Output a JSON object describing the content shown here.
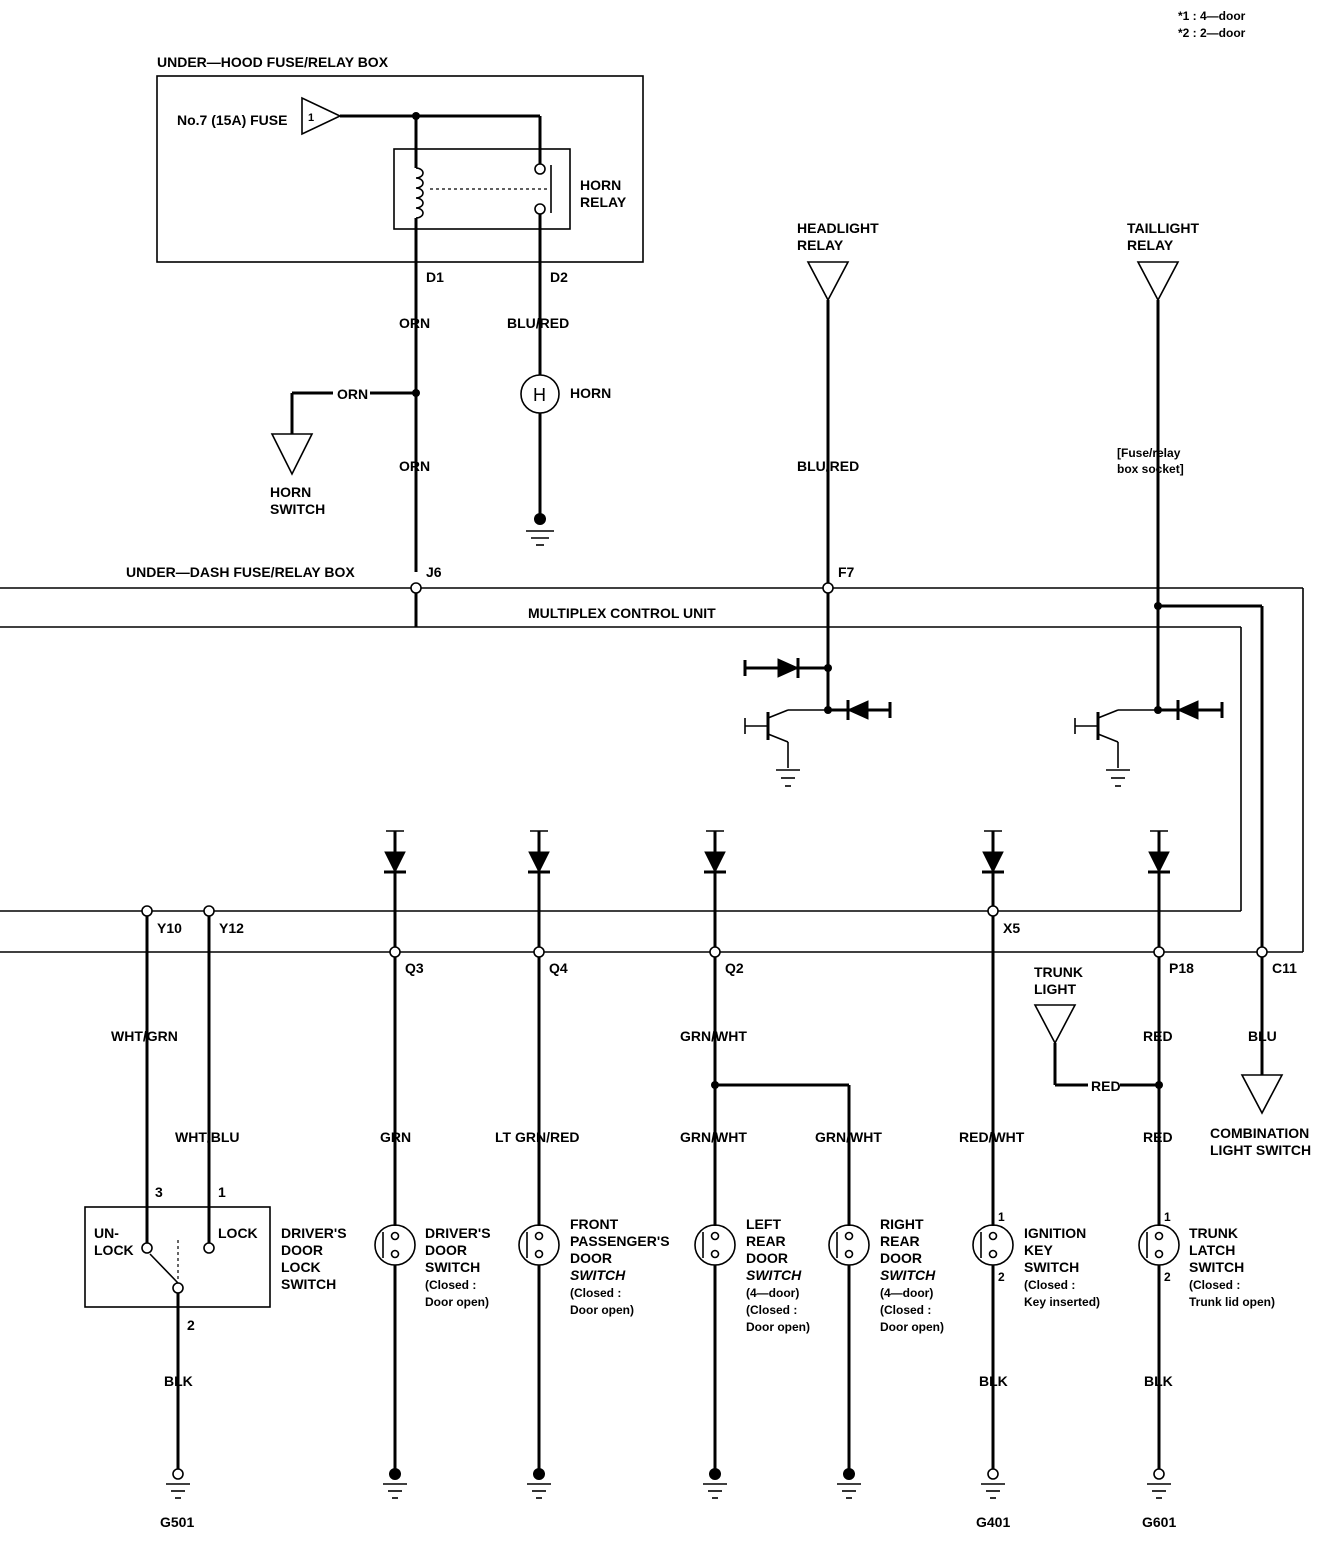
{
  "notes": {
    "n1": "*1 : 4—door",
    "n2": "*2 : 2—door"
  },
  "underhood": {
    "title": "UNDER—HOOD FUSE/RELAY BOX",
    "fuse": "No.7 (15A) FUSE",
    "fuse_pin": "1",
    "relay_line1": "HORN",
    "relay_line2": "RELAY",
    "pin_d1": "D1",
    "pin_d2": "D2"
  },
  "horn": {
    "wire_d1": "ORN",
    "wire_branch": "ORN",
    "wire_j6": "ORN",
    "wire_d2": "BLU/RED",
    "symbol": "H",
    "label": "HORN",
    "switch_line1": "HORN",
    "switch_line2": "SWITCH"
  },
  "headlight": {
    "line1": "HEADLIGHT",
    "line2": "RELAY",
    "wire": "BLU/RED",
    "pin": "F7"
  },
  "taillight": {
    "line1": "TAILLIGHT",
    "line2": "RELAY",
    "socket1": "[Fuse/relay",
    "socket2": "box socket]"
  },
  "underdash": {
    "title": "UNDER—DASH FUSE/RELAY BOX",
    "pin_j6": "J6",
    "multiplex": "MULTIPLEX CONTROL UNIT"
  },
  "pins": {
    "y10": "Y10",
    "y12": "Y12",
    "q3": "Q3",
    "q4": "Q4",
    "q2": "Q2",
    "x5": "X5",
    "p18": "P18",
    "c11": "C11"
  },
  "wires": {
    "wht_grn": "WHT/GRN",
    "wht_blu": "WHT/BLU",
    "grn": "GRN",
    "lt_grn_red": "LT GRN/RED",
    "grn_wht_top": "GRN/WHT",
    "grn_wht_left": "GRN/WHT",
    "grn_wht_right": "GRN/WHT",
    "red_wht": "RED/WHT",
    "red_top": "RED",
    "red_trunk": "RED",
    "red_bottom": "RED",
    "blu": "BLU",
    "blk_lock": "BLK",
    "blk_ign": "BLK",
    "blk_trunk": "BLK"
  },
  "trunk_light": {
    "line1": "TRUNK",
    "line2": "LIGHT"
  },
  "combination": {
    "line1": "COMBINATION",
    "line2": "LIGHT SWITCH"
  },
  "lock_switch": {
    "pin3": "3",
    "pin1": "1",
    "pin2": "2",
    "unlock1": "UN-",
    "unlock2": "LOCK",
    "lock": "LOCK",
    "label1": "DRIVER'S",
    "label2": "DOOR",
    "label3": "LOCK",
    "label4": "SWITCH"
  },
  "switches": {
    "driver": [
      "DRIVER'S",
      "DOOR",
      "SWITCH",
      "(Closed :",
      "Door open)"
    ],
    "front_pass": [
      "FRONT",
      "PASSENGER'S",
      "DOOR",
      "SWITCH",
      "(Closed :",
      "Door open)"
    ],
    "left_rear": [
      "LEFT",
      "REAR",
      "DOOR",
      "SWITCH",
      "(4—door)",
      "(Closed :",
      "Door open)"
    ],
    "right_rear": [
      "RIGHT",
      "REAR",
      "DOOR",
      "SWITCH",
      "(4—door)",
      "(Closed :",
      "Door open)"
    ],
    "ignition": [
      "IGNITION",
      "KEY",
      "SWITCH",
      "(Closed :",
      "Key inserted)"
    ],
    "trunk_latch": [
      "TRUNK",
      "LATCH",
      "SWITCH",
      "(Closed :",
      "Trunk lid open)"
    ]
  },
  "switch_pins": {
    "ign_1": "1",
    "ign_2": "2",
    "trunk_1": "1",
    "trunk_2": "2"
  },
  "grounds": {
    "g501": "G501",
    "g401": "G401",
    "g601": "G601"
  }
}
